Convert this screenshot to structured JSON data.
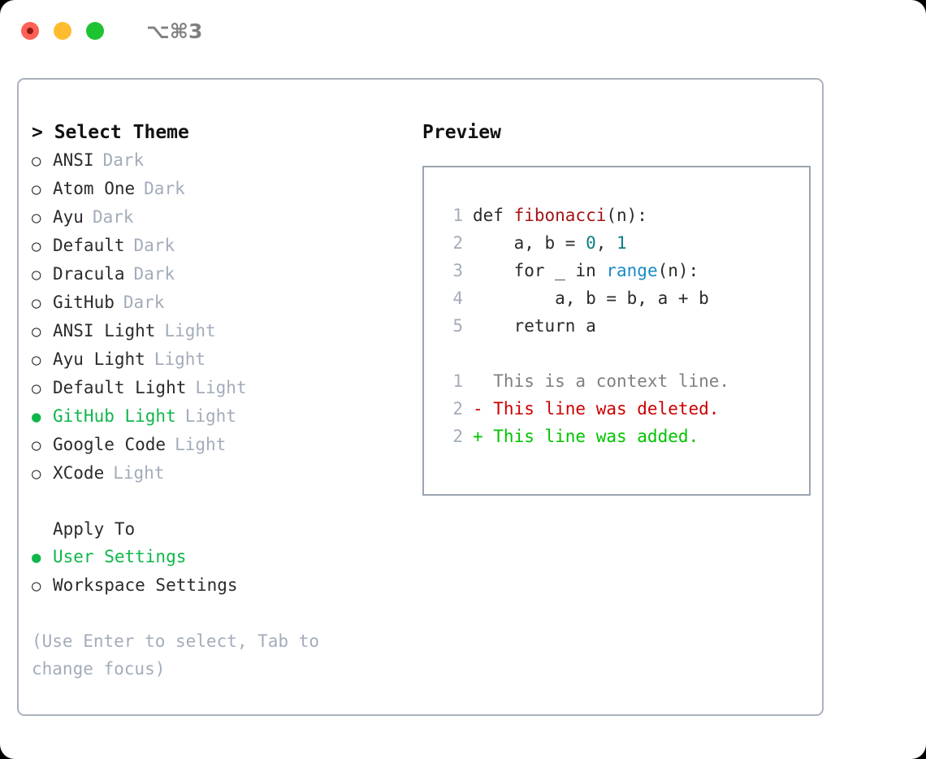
{
  "titlebar": {
    "shortcut": "⌥⌘3",
    "buttons": [
      {
        "name": "close",
        "color": "#ff6157"
      },
      {
        "name": "minimize",
        "color": "#febc2e"
      },
      {
        "name": "zoom",
        "color": "#1ec331"
      }
    ]
  },
  "theme_picker": {
    "heading": "> Select Theme",
    "marker_unselected": "○",
    "marker_selected": "●",
    "selected_color": "#0fb64a",
    "tag_color": "#a3acba",
    "items": [
      {
        "label": "ANSI",
        "tag": "Dark",
        "selected": false
      },
      {
        "label": "Atom One",
        "tag": "Dark",
        "selected": false
      },
      {
        "label": "Ayu",
        "tag": "Dark",
        "selected": false
      },
      {
        "label": "Default",
        "tag": "Dark",
        "selected": false
      },
      {
        "label": "Dracula",
        "tag": "Dark",
        "selected": false
      },
      {
        "label": "GitHub",
        "tag": "Dark",
        "selected": false
      },
      {
        "label": "ANSI Light",
        "tag": "Light",
        "selected": false
      },
      {
        "label": "Ayu Light",
        "tag": "Light",
        "selected": false
      },
      {
        "label": "Default Light",
        "tag": "Light",
        "selected": false
      },
      {
        "label": "GitHub Light",
        "tag": "Light",
        "selected": true
      },
      {
        "label": "Google Code",
        "tag": "Light",
        "selected": false
      },
      {
        "label": "XCode",
        "tag": "Light",
        "selected": false
      }
    ]
  },
  "apply_to": {
    "heading": "Apply To",
    "items": [
      {
        "label": "User Settings",
        "selected": true
      },
      {
        "label": "Workspace Settings",
        "selected": false
      }
    ]
  },
  "hint": "(Use Enter to select, Tab to change focus)",
  "preview": {
    "heading": "Preview",
    "code_lines": [
      {
        "no": "1",
        "tokens": [
          {
            "t": "def ",
            "c": "plain"
          },
          {
            "t": "fibonacci",
            "c": "fn"
          },
          {
            "t": "(n):",
            "c": "plain"
          }
        ]
      },
      {
        "no": "2",
        "tokens": [
          {
            "t": "    a, b = ",
            "c": "plain"
          },
          {
            "t": "0",
            "c": "num"
          },
          {
            "t": ", ",
            "c": "plain"
          },
          {
            "t": "1",
            "c": "num"
          }
        ]
      },
      {
        "no": "3",
        "tokens": [
          {
            "t": "    for _ in ",
            "c": "plain"
          },
          {
            "t": "range",
            "c": "call"
          },
          {
            "t": "(n):",
            "c": "plain"
          }
        ]
      },
      {
        "no": "4",
        "tokens": [
          {
            "t": "        a, b = b, a + b",
            "c": "plain"
          }
        ]
      },
      {
        "no": "5",
        "tokens": [
          {
            "t": "    return a",
            "c": "plain"
          }
        ]
      }
    ],
    "diff_lines": [
      {
        "no": "1",
        "prefix": "  ",
        "text": "This is a context line.",
        "kind": "ctx"
      },
      {
        "no": "2",
        "prefix": "- ",
        "text": "This line was deleted.",
        "kind": "del"
      },
      {
        "no": "2",
        "prefix": "+ ",
        "text": "This line was added.",
        "kind": "add"
      }
    ],
    "syntax_colors": {
      "function": "#a31515",
      "number": "#0b7e83",
      "builtin": "#1a8bc4",
      "plain": "#2b2b2b",
      "lineno": "#a3acba",
      "diff_context": "#808080",
      "diff_deleted": "#cc0000",
      "diff_added": "#00c400"
    }
  }
}
